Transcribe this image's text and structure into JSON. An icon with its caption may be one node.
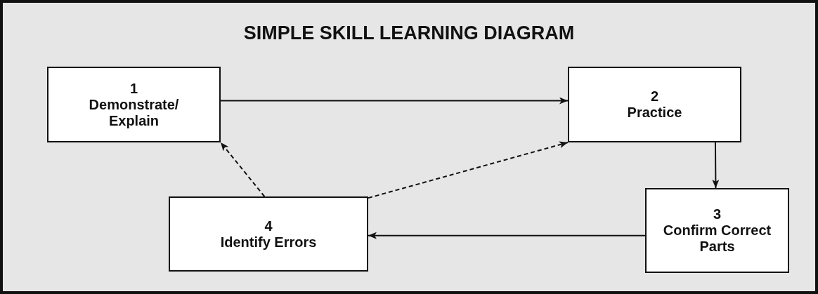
{
  "diagram": {
    "title": "SIMPLE SKILL LEARNING DIAGRAM",
    "nodes": [
      {
        "text": [
          "1",
          "Demonstrate/ Explain"
        ]
      },
      {
        "text": [
          "2",
          "Practice"
        ]
      },
      {
        "text": [
          "3",
          "Confirm Correct Parts"
        ]
      },
      {
        "text": [
          "4",
          "Identify Errors"
        ]
      }
    ],
    "edges": [
      {
        "from": 0,
        "to": 1,
        "arrow": "to"
      },
      {
        "from": 1,
        "to": 2,
        "arrow": "to"
      },
      {
        "from": 2,
        "to": 3,
        "arrow": "to"
      },
      {
        "from": 3,
        "to": 0,
        "arrow": "to",
        "style": "dashed"
      },
      {
        "from": 3,
        "to": 1,
        "arrow": "to",
        "style": "dashed"
      }
    ]
  }
}
